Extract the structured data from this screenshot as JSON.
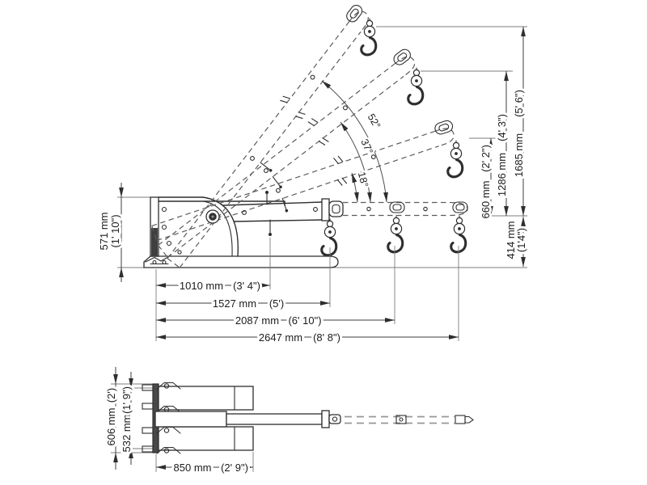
{
  "drawing": {
    "side_view": {
      "angle_labels": [
        "18°",
        "37°",
        "52°"
      ],
      "dim_boom_height": {
        "mm": "571 mm",
        "ft": "(1' 10\")"
      },
      "dim_hook_min": {
        "mm": "414 mm",
        "ft": "(1'4\")"
      },
      "dims_lift": [
        {
          "mm": "660 mm",
          "ft": "(2' 2\")"
        },
        {
          "mm": "1286 mm",
          "ft": "(4' 3\")"
        },
        {
          "mm": "1685 mm",
          "ft": "(5' 6\")"
        }
      ],
      "dims_reach": [
        {
          "mm": "1010 mm",
          "ft": "(3' 4\")"
        },
        {
          "mm": "1527 mm",
          "ft": "(5')"
        },
        {
          "mm": "2087 mm",
          "ft": "(6' 10\")"
        },
        {
          "mm": "2647 mm",
          "ft": "(8' 8\")"
        }
      ]
    },
    "top_view": {
      "dim_outer_width": {
        "mm": "606 mm",
        "ft": "(2')"
      },
      "dim_inner_width": {
        "mm": "532 mm",
        "ft": "(1' 9\")"
      },
      "dim_fork_length": {
        "mm": "850 mm",
        "ft": "(2' 9\")"
      }
    }
  }
}
